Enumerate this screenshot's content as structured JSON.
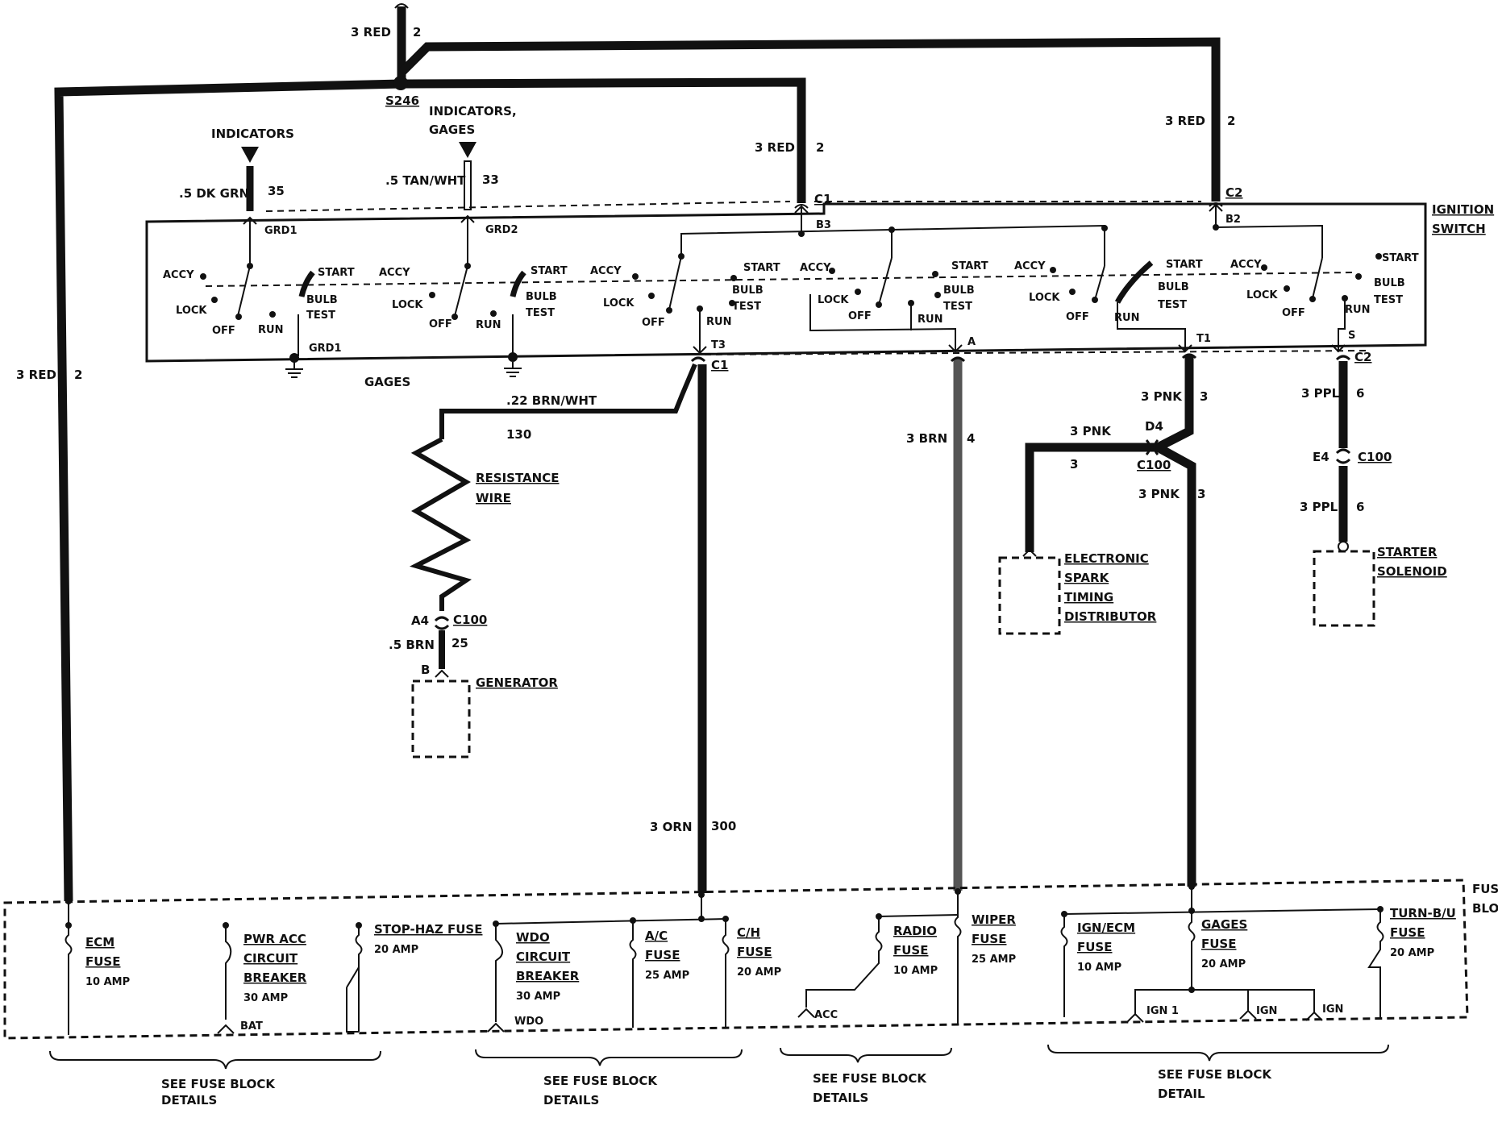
{
  "wire_labels": {
    "top_red": "3 RED",
    "top_red_num": "2",
    "left_red": "3 RED",
    "left_red_num": "2",
    "c1_red": "3 RED",
    "c1_red_num": "2",
    "c2_red": "3 RED",
    "c2_red_num": "2",
    "dkgrn": ".5 DK GRN",
    "dkgrn_num": "35",
    "tanwht": ".5 TAN/WHT",
    "tanwht_num": "33",
    "brnwht": ".22 BRN/WHT",
    "brnwht_num": "130",
    "brn5": ".5 BRN",
    "brn5_num": "25",
    "orn": "3 ORN",
    "orn_num": "300",
    "brn3": "3 BRN",
    "brn3_num": "4",
    "pnk_a": "3 PNK",
    "pnk_a_num": "3",
    "pnk_b": "3 PNK",
    "pnk_b_num": "3",
    "pnk_c": "3 PNK",
    "pnk_c_num": "3",
    "ppl_a": "3 PPL",
    "ppl_a_num": "6",
    "ppl_b": "3 PPL",
    "ppl_b_num": "6"
  },
  "splice": "S246",
  "indicators": "INDICATORS",
  "indicators_gages_1": "INDICATORS,",
  "indicators_gages_2": "GAGES",
  "gages": "GAGES",
  "ignition_switch_1": "IGNITION",
  "ignition_switch_2": "SWITCH",
  "connectors": {
    "c1_top": "C1",
    "b3": "B3",
    "c2_top": "C2",
    "b2": "B2",
    "grd1_top": "GRD1",
    "grd2_top": "GRD2",
    "grd1_bot": "GRD1",
    "t3": "T3",
    "c1_bot": "C1",
    "a": "A",
    "t1": "T1",
    "s": "S",
    "c2_bot": "C2",
    "a4": "A4",
    "c100_a": "C100",
    "b": "B",
    "d4": "D4",
    "c100_b": "C100",
    "e4": "E4",
    "c100_c": "C100"
  },
  "switch_positions": {
    "accy": "ACCY",
    "lock": "LOCK",
    "off": "OFF",
    "run": "RUN",
    "start": "START",
    "bulb": "BULB",
    "test": "TEST"
  },
  "components": {
    "resistance_1": "RESISTANCE",
    "resistance_2": "WIRE",
    "generator": "GENERATOR",
    "est_1": "ELECTRONIC",
    "est_2": "SPARK",
    "est_3": "TIMING",
    "est_4": "DISTRIBUTOR",
    "starter_1": "STARTER",
    "starter_2": "SOLENOID"
  },
  "fuse_block_label_1": "FUS",
  "fuse_block_label_2": "BLO",
  "fuses": {
    "ecm_1": "ECM",
    "ecm_2": "FUSE",
    "ecm_3": "10 AMP",
    "pwr_1": "PWR ACC",
    "pwr_2": "CIRCUIT",
    "pwr_3": "BREAKER",
    "pwr_4": "30 AMP",
    "stop_1": "STOP-HAZ FUSE",
    "stop_2": "20 AMP",
    "wdo_1": "WDO",
    "wdo_2": "CIRCUIT",
    "wdo_3": "BREAKER",
    "wdo_4": "30 AMP",
    "ac_1": "A/C",
    "ac_2": "FUSE",
    "ac_3": "25 AMP",
    "ch_1": "C/H",
    "ch_2": "FUSE",
    "ch_3": "20 AMP",
    "radio_1": "RADIO",
    "radio_2": "FUSE",
    "radio_3": "10 AMP",
    "wiper_1": "WIPER",
    "wiper_2": "FUSE",
    "wiper_3": "25 AMP",
    "ign_1": "IGN/ECM",
    "ign_2": "FUSE",
    "ign_3": "10 AMP",
    "gages_1": "GAGES",
    "gages_2": "FUSE",
    "gages_3": "20 AMP",
    "turn_1": "TURN-B/U",
    "turn_2": "FUSE",
    "turn_3": "20 AMP"
  },
  "bus_labels": {
    "bat": "BAT",
    "wdo": "WDO",
    "acc": "ACC",
    "ign1": "IGN 1",
    "ign_a": "IGN",
    "ign_b": "IGN"
  },
  "see_details": {
    "d1_1": "SEE FUSE BLOCK",
    "d1_2": "DETAILS",
    "d2_1": "SEE FUSE BLOCK",
    "d2_2": "DETAILS",
    "d3_1": "SEE FUSE BLOCK",
    "d3_2": "DETAILS",
    "d4_1": "SEE FUSE BLOCK",
    "d4_2": "DETAIL"
  }
}
